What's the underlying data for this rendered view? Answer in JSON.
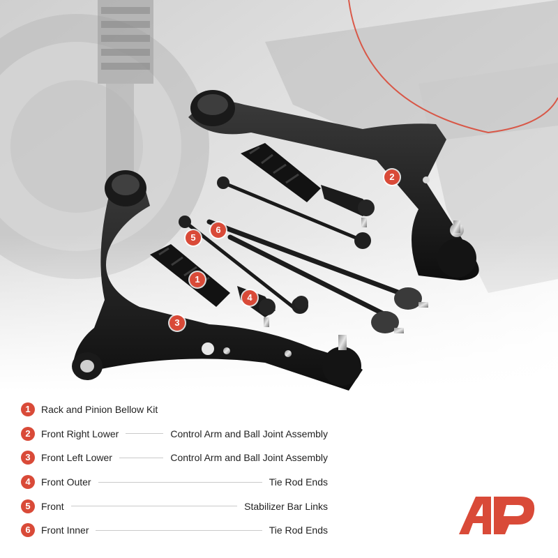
{
  "colors": {
    "accent": "#d94a38",
    "dark": "#1b1b1b"
  },
  "callouts": [
    {
      "number": "1"
    },
    {
      "number": "2"
    },
    {
      "number": "3"
    },
    {
      "number": "4"
    },
    {
      "number": "5"
    },
    {
      "number": "6"
    }
  ],
  "legend": [
    {
      "number": "1",
      "left": "Rack and Pinion Bellow Kit",
      "right": ""
    },
    {
      "number": "2",
      "left": "Front Right Lower",
      "right": "Control Arm and Ball Joint Assembly"
    },
    {
      "number": "3",
      "left": "Front Left Lower",
      "right": "Control Arm and Ball Joint Assembly"
    },
    {
      "number": "4",
      "left": "Front Outer",
      "right": "Tie Rod Ends"
    },
    {
      "number": "5",
      "left": "Front",
      "right": "Stabilizer Bar Links"
    },
    {
      "number": "6",
      "left": "Front Inner",
      "right": "Tie Rod Ends"
    }
  ],
  "logo": {
    "name": "brand-logo",
    "text": "AP"
  }
}
